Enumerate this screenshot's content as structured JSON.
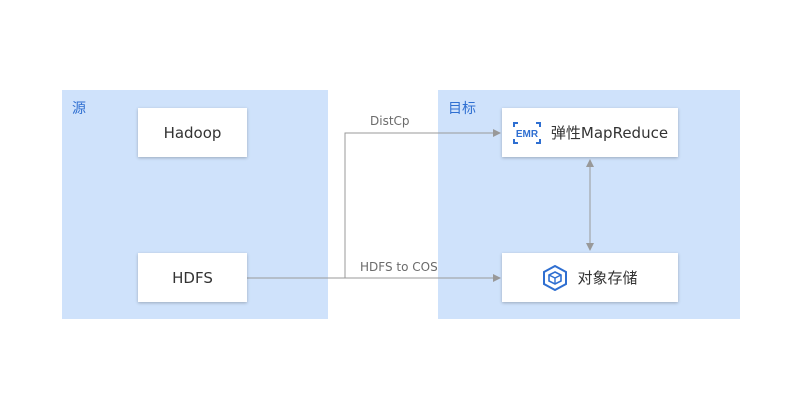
{
  "source": {
    "title": "源",
    "nodes": {
      "hadoop": "Hadoop",
      "hdfs": "HDFS"
    }
  },
  "target": {
    "title": "目标",
    "nodes": {
      "emr": "弹性MapReduce",
      "cos": "对象存储"
    },
    "emr_badge": "EMR"
  },
  "edges": {
    "distcp": "DistCp",
    "hdfs_to_cos": "HDFS to COS"
  },
  "colors": {
    "panel": "#cfe2fb",
    "accent": "#2f6fd1",
    "line": "#999999"
  },
  "icons": {
    "emr": "emr-icon",
    "cos": "cube-hexagon-icon"
  }
}
